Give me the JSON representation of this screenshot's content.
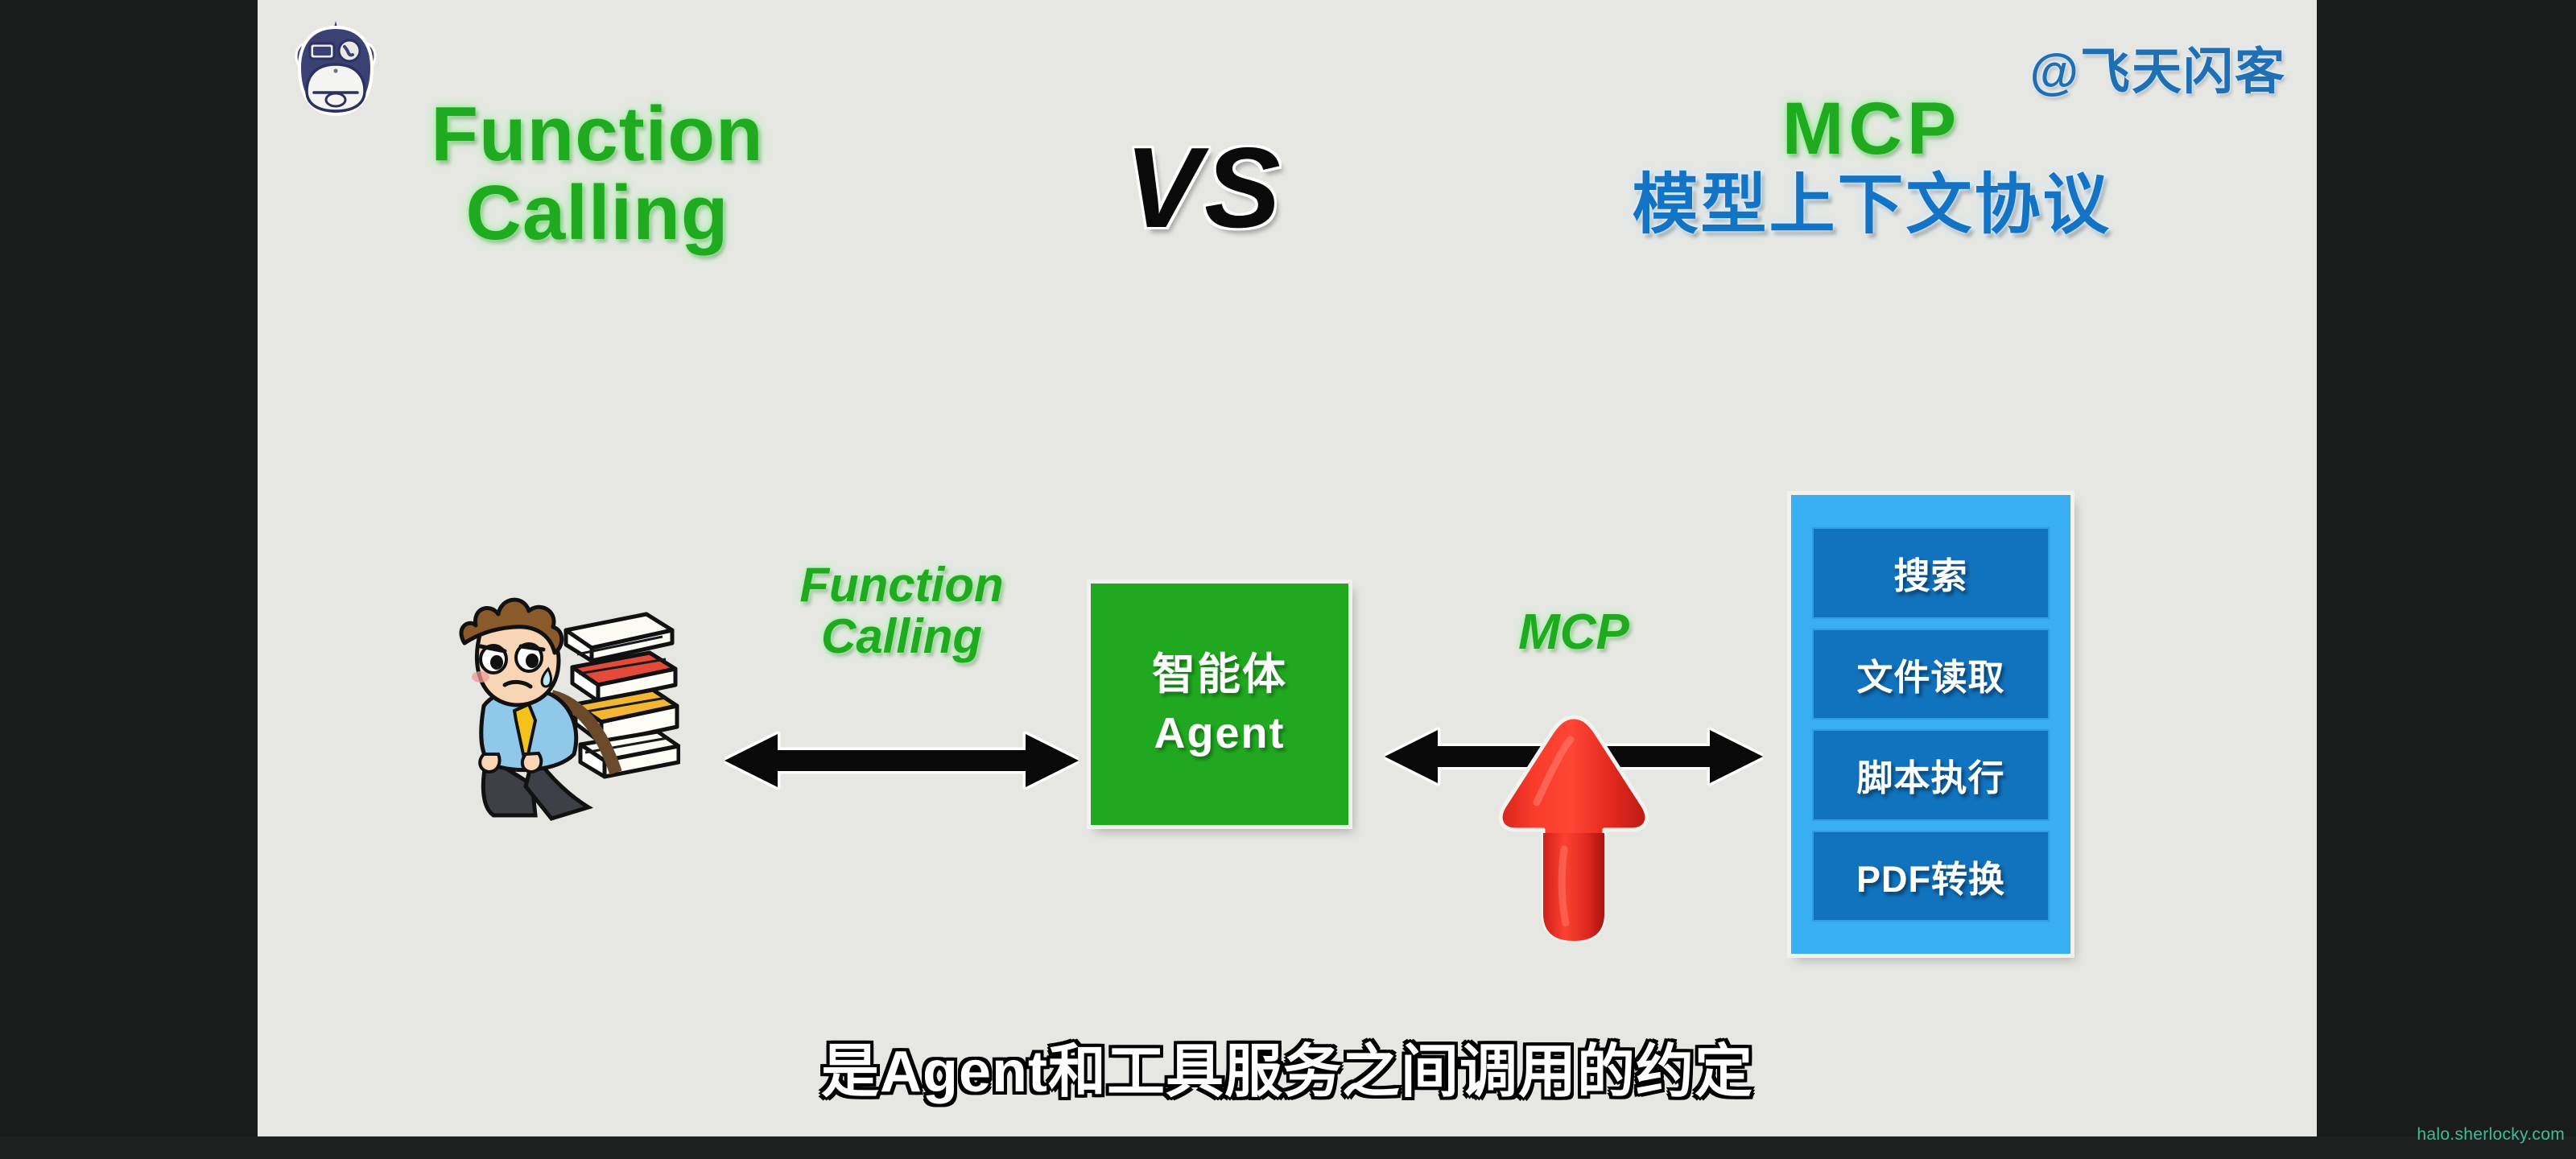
{
  "branding": {
    "logo_icon": "monkey-mascot-logo",
    "handle": "@飞天闪客",
    "handle_color": "#1f6fb5",
    "site_watermark": "halo.sherlocky.com",
    "watermark_color": "#3fbd9a"
  },
  "title": {
    "left_line1": "Function",
    "left_line2": "Calling",
    "versus": "VS",
    "right_en": "MCP",
    "right_cn": "模型上下文协议",
    "green": "#1faa1f",
    "blue": "#1374c6",
    "black": "#0a0a0a"
  },
  "diagram": {
    "person_icon": "tired-worker-with-books-icon",
    "left_arrow_icon": "double-headed-arrow-icon",
    "left_arrow_label_line1": "Function",
    "left_arrow_label_line2": "Calling",
    "agent": {
      "line_cn": "智能体",
      "line_en": "Agent",
      "fill": "#21a821"
    },
    "right_arrow_icon": "double-headed-arrow-icon",
    "right_arrow_label": "MCP",
    "cursor_icon": "red-3d-up-arrow-cursor-icon",
    "tools_panel": {
      "fill": "#3aaef3",
      "item_fill": "#1172bd",
      "items": [
        {
          "label": "搜索"
        },
        {
          "label": "文件读取"
        },
        {
          "label": "脚本执行"
        },
        {
          "label": "PDF转换"
        }
      ]
    }
  },
  "subtitle": {
    "text": "是Agent和工具服务之间调用的约定"
  },
  "colors": {
    "canvas_background": "#e6e7e3",
    "letterbox": "#191c1a"
  }
}
